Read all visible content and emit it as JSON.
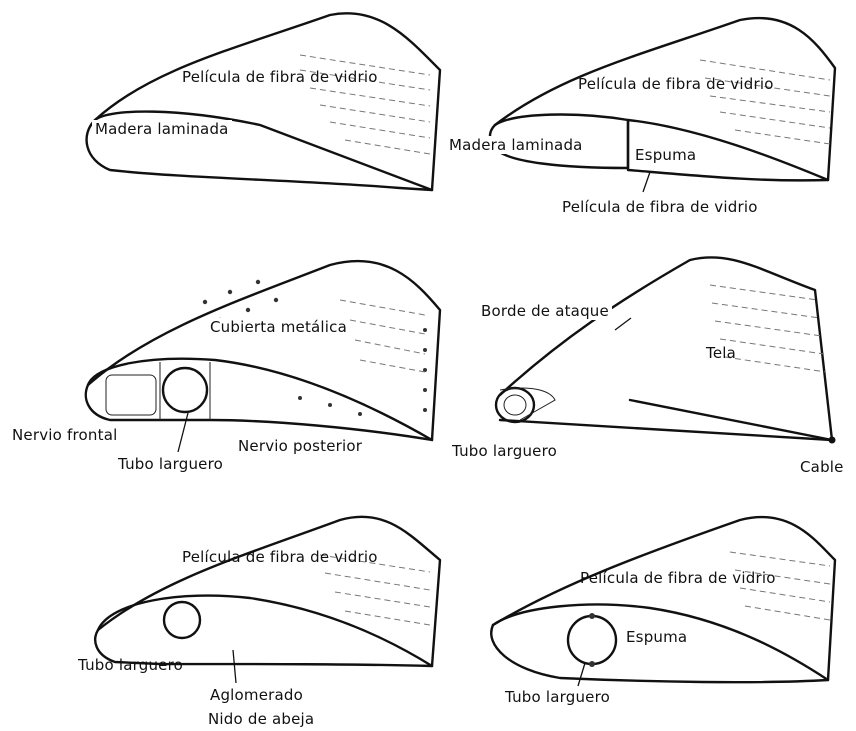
{
  "panels": [
    {
      "id": "laminated-wood",
      "labels": {
        "skin": "Película de fibra de vidrio",
        "core": "Madera laminada"
      }
    },
    {
      "id": "wood-foam",
      "labels": {
        "skin": "Película de fibra de vidrio",
        "wood": "Madera laminada",
        "foam": "Espuma",
        "lower_skin": "Película de fibra de vidrio"
      }
    },
    {
      "id": "metal",
      "labels": {
        "skin": "Cubierta metálica",
        "front_rib": "Nervio frontal",
        "spar": "Tubo larguero",
        "rear_rib": "Nervio posterior"
      }
    },
    {
      "id": "fabric",
      "labels": {
        "leading_edge": "Borde de ataque",
        "fabric": "Tela",
        "spar": "Tubo larguero",
        "cable": "Cable"
      }
    },
    {
      "id": "honeycomb",
      "labels": {
        "skin": "Película de fibra de vidrio",
        "spar": "Tubo larguero",
        "core_1": "Aglomerado",
        "core_2": "Nido de abeja"
      }
    },
    {
      "id": "foam-core",
      "labels": {
        "skin": "Película de fibra de vidrio",
        "foam": "Espuma",
        "spar": "Tubo larguero"
      }
    }
  ]
}
